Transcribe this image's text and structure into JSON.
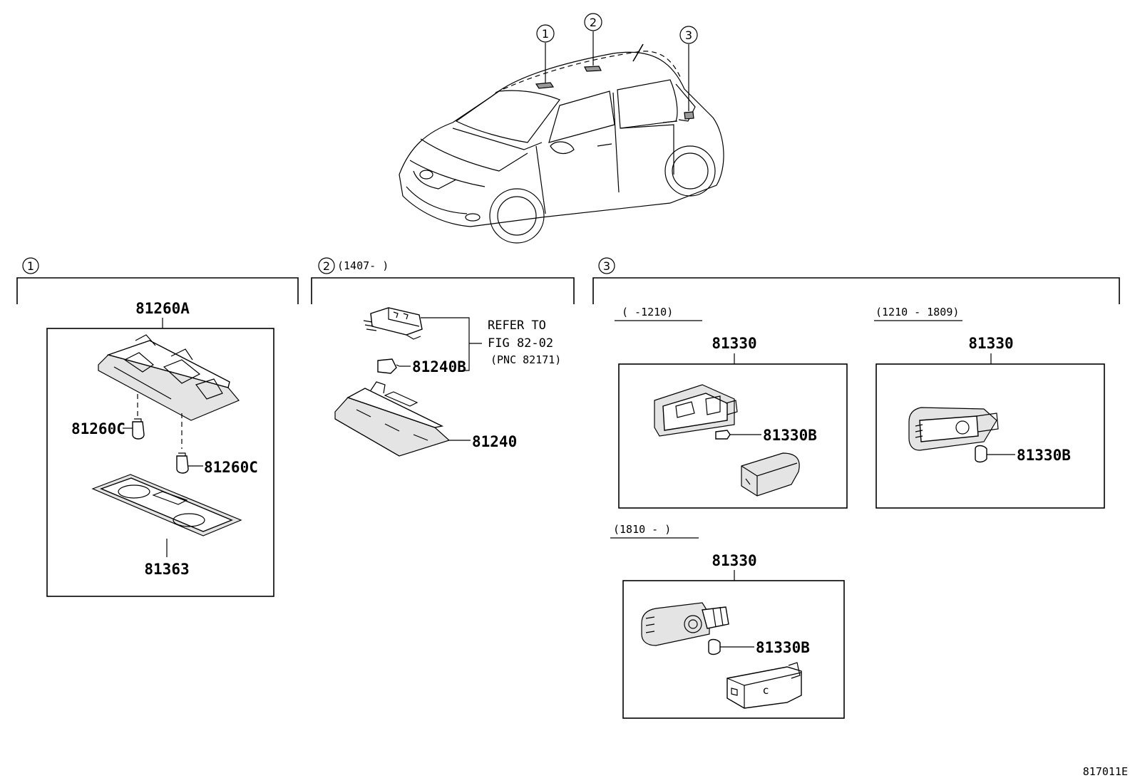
{
  "diagram": {
    "callouts": [
      "1",
      "2",
      "3"
    ],
    "sections": {
      "s1": {
        "num": "1",
        "box_label": "81260A",
        "parts": {
          "bulb_left": "81260C",
          "bulb_right": "81260C",
          "lens": "81363"
        }
      },
      "s2": {
        "num": "2",
        "date": "(1407-      )",
        "refer": [
          "REFER TO",
          "FIG 82-02",
          "(PNC 82171)"
        ],
        "parts": {
          "bulb": "81240B",
          "lamp": "81240"
        }
      },
      "s3": {
        "num": "3",
        "a": {
          "date": "(     -1210)",
          "box_label": "81330",
          "bulb": "81330B"
        },
        "b": {
          "date": "(1210 - 1809)",
          "box_label": "81330",
          "bulb": "81330B"
        },
        "c": {
          "date": "(1810 -      )",
          "box_label": "81330",
          "bulb": "81330B"
        }
      }
    },
    "figure_code": "817011E"
  }
}
